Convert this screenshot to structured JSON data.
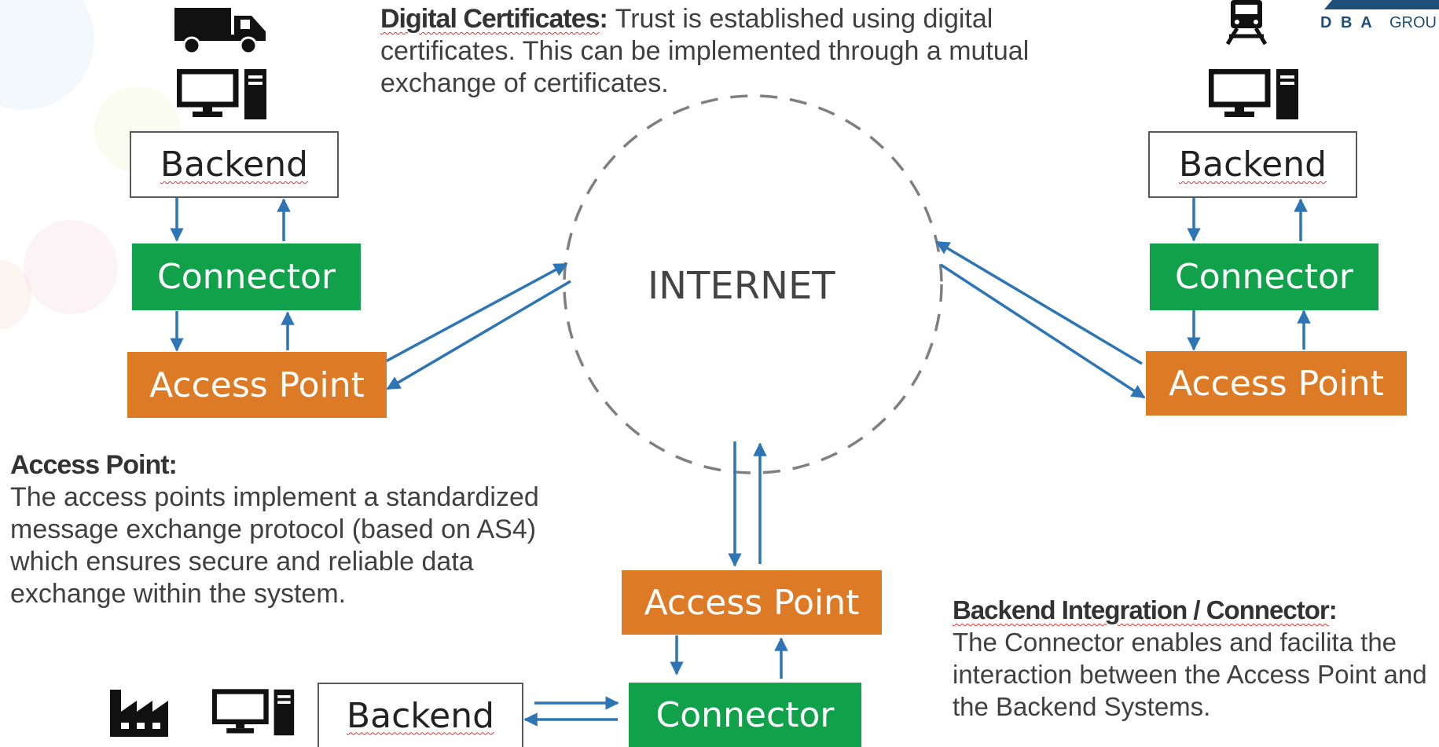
{
  "logo": {
    "text_bold": "D B A",
    "text_rest": "GROU"
  },
  "internet": {
    "label": "INTERNET"
  },
  "nodes": {
    "left_top": {
      "backend": "Backend",
      "connector": "Connector",
      "access_point": "Access Point"
    },
    "right_top": {
      "backend": "Backend",
      "connector": "Connector",
      "access_point": "Access Point"
    },
    "bottom": {
      "backend": "Backend",
      "connector": "Connector",
      "access_point": "Access Point"
    }
  },
  "notes": {
    "certificates": {
      "title": "Digital Certificates",
      "suffix": ":",
      "body": " Trust is established using digital certificates.  This can be implemented through a mutual exchange of certificates."
    },
    "access_point": {
      "title": "Access Point",
      "suffix": ":",
      "body": "The access points implement a standardized message exchange protocol (based on AS4) which ensures secure and reliable data exchange within the system."
    },
    "connector": {
      "title": "Backend Integration / Connector",
      "suffix": ":",
      "body": "The Connector enables and facilita the interaction between the Access Point and the Backend Systems."
    }
  },
  "icons": [
    "truck-icon",
    "train-icon",
    "factory-icon",
    "computer-icon"
  ],
  "colors": {
    "connector": "#12a14b",
    "access_point": "#dc7a26",
    "arrow": "#2e75b6",
    "logo_accent": "#1f4e79"
  }
}
